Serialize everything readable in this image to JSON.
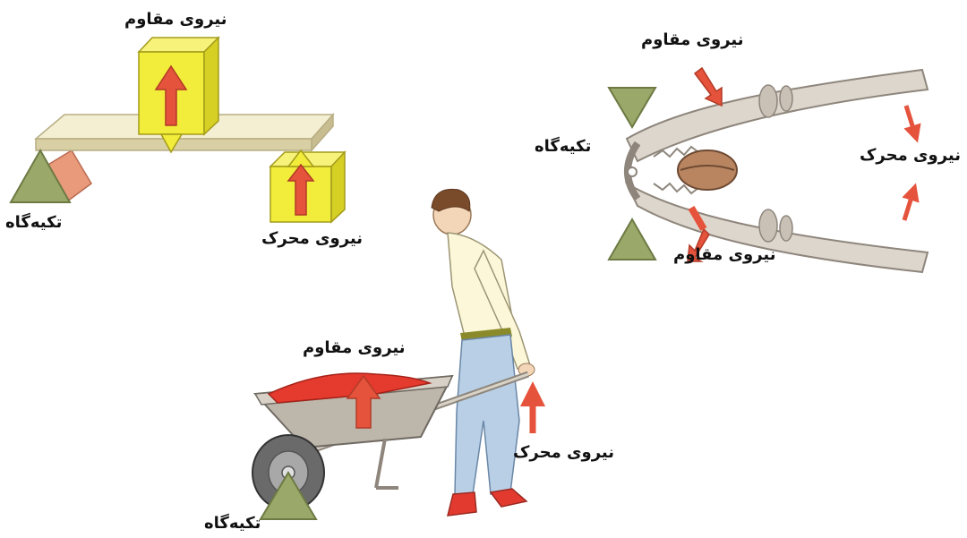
{
  "labels": {
    "resistance": "نیروی مقاوم",
    "effort": "نیروی محرک",
    "fulcrum": "تکیه‌گاه"
  },
  "colors": {
    "arrow_red": "#e5533c",
    "arrow_red_dark": "#b23a26",
    "fulcrum_green": "#9aa86a",
    "block_yellow": "#f2ec3a",
    "block_yellow_side": "#d6cf24",
    "board": "#f4efd2",
    "board_side": "#d9cfa5",
    "metal": "#c9c1b6",
    "metal_dark": "#8e867c"
  }
}
